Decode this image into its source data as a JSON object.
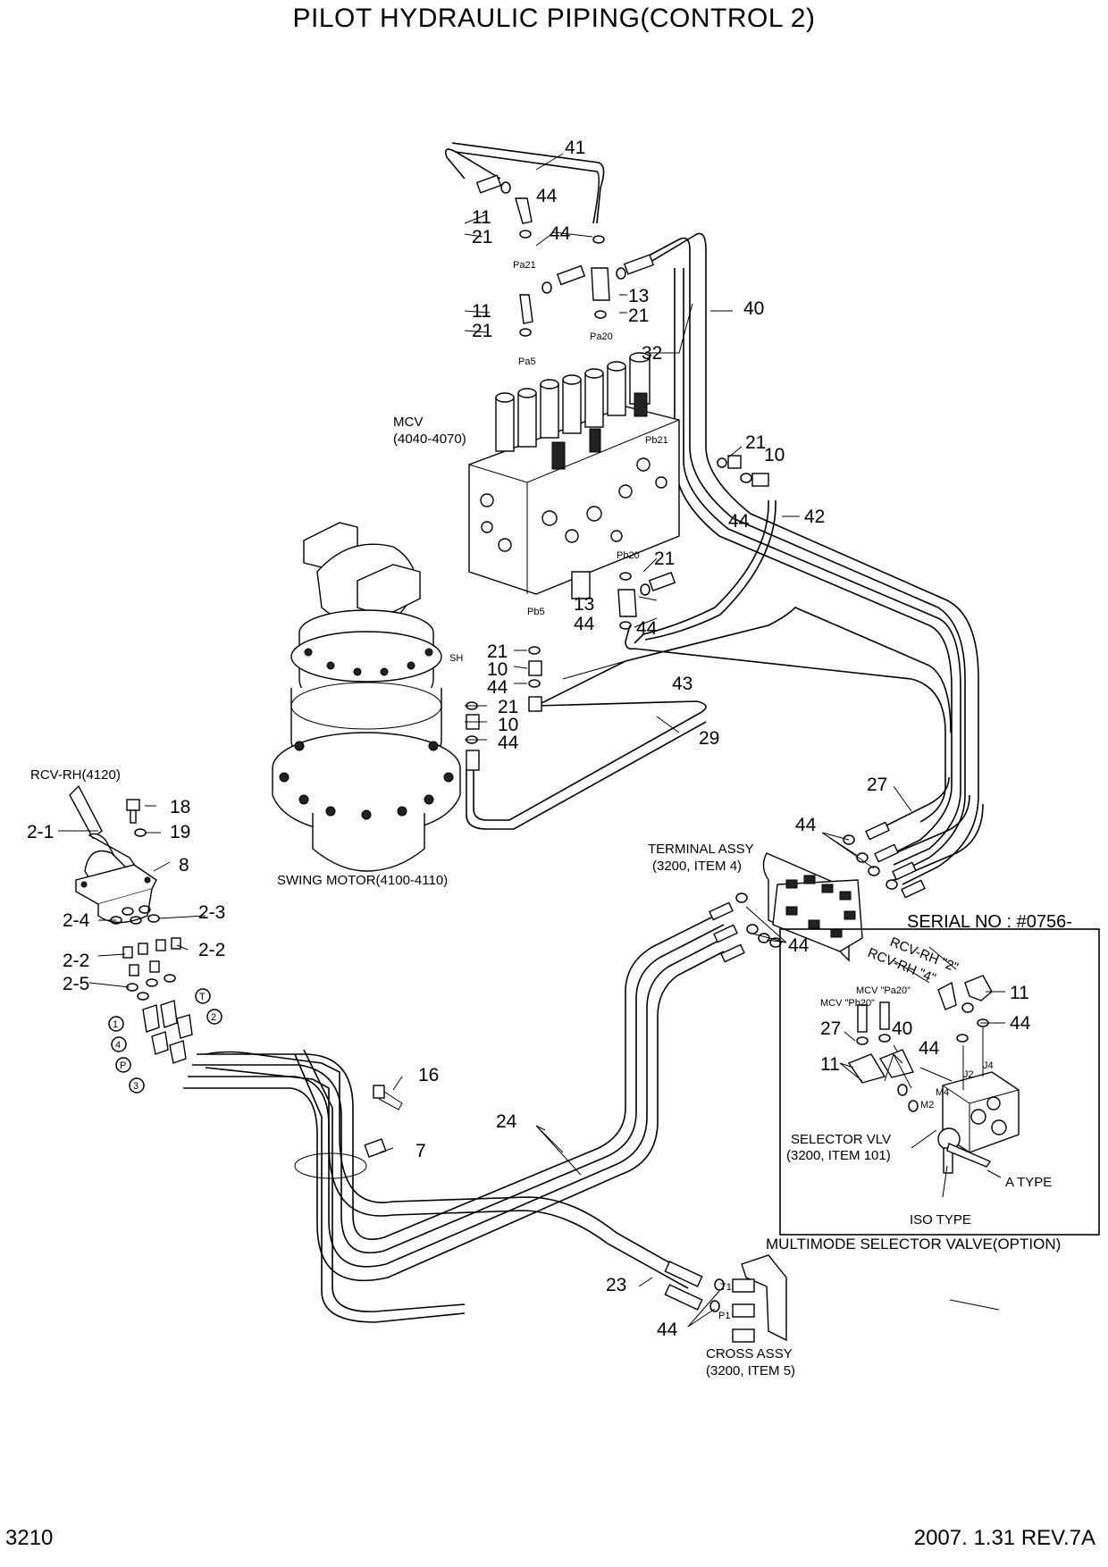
{
  "title": "PILOT HYDRAULIC PIPING(CONTROL 2)",
  "footer": {
    "page": "3210",
    "revision": "2007. 1.31  REV.7A"
  },
  "components": {
    "mcv": {
      "name": "MCV",
      "range": "(4040-4070)"
    },
    "rcv": "RCV-RH(4120)",
    "swing_motor": "SWING MOTOR(4100-4110)",
    "terminal": {
      "name": "TERMINAL ASSY",
      "ref": "(3200, ITEM 4)"
    },
    "cross": {
      "name": "CROSS ASSY",
      "ref": "(3200, ITEM 5)"
    }
  },
  "ports": {
    "pa21": "Pa21",
    "pa20": "Pa20",
    "pa5": "Pa5",
    "pb21": "Pb21",
    "pb20": "Pb20",
    "pb5": "Pb5",
    "sh": "SH",
    "t1": "T1",
    "p1": "P1"
  },
  "rcv_ports": {
    "p1": "1",
    "p2": "2",
    "p3": "3",
    "p4": "4",
    "pp": "P",
    "pt": "T"
  },
  "part_numbers": {
    "n41": "41",
    "n44a": "44",
    "n11a": "11",
    "n21a": "21",
    "n44b": "44",
    "n11b": "11",
    "n21b": "21",
    "n13a": "13",
    "n21c": "21",
    "n40": "40",
    "n32": "32",
    "n21d": "21",
    "n10a": "10",
    "n44c": "44",
    "n42": "42",
    "n21e": "21",
    "n13b": "13",
    "n44d": "44",
    "n44e": "44",
    "n21f": "21",
    "n10b": "10",
    "n44f": "44",
    "n43": "43",
    "n21g": "21",
    "n10c": "10",
    "n44g": "44",
    "n29": "29",
    "n27": "27",
    "n44h": "44",
    "n44i": "44",
    "n18": "18",
    "n19": "19",
    "n21_": "2-1",
    "n8": "8",
    "n24_": "2-4",
    "n23_": "2-3",
    "n22a": "2-2",
    "n22b": "2-2",
    "n25_": "2-5",
    "n16": "16",
    "n7": "7",
    "n24": "24",
    "n23": "23",
    "n44j": "44"
  },
  "inset": {
    "serial": "SERIAL NO : #0756-",
    "rcv2": "RCV-RH \"2\"",
    "rcv4": "RCV-RH \"4\"",
    "mcv_pa20": "MCV \"Pa20\"",
    "mcv_pb20": "MCV \"Pb20\"",
    "n11a": "11",
    "n44a": "44",
    "n27": "27",
    "n40": "40",
    "n44b": "44",
    "n11b": "11",
    "j4": "J4",
    "j2": "J2",
    "m4": "M4",
    "m2": "M2",
    "selector": "SELECTOR VLV",
    "selector_ref": "(3200, ITEM 101)",
    "a_type": "A  TYPE",
    "iso_type": "ISO  TYPE",
    "caption": "MULTIMODE SELECTOR VALVE(OPTION)"
  }
}
